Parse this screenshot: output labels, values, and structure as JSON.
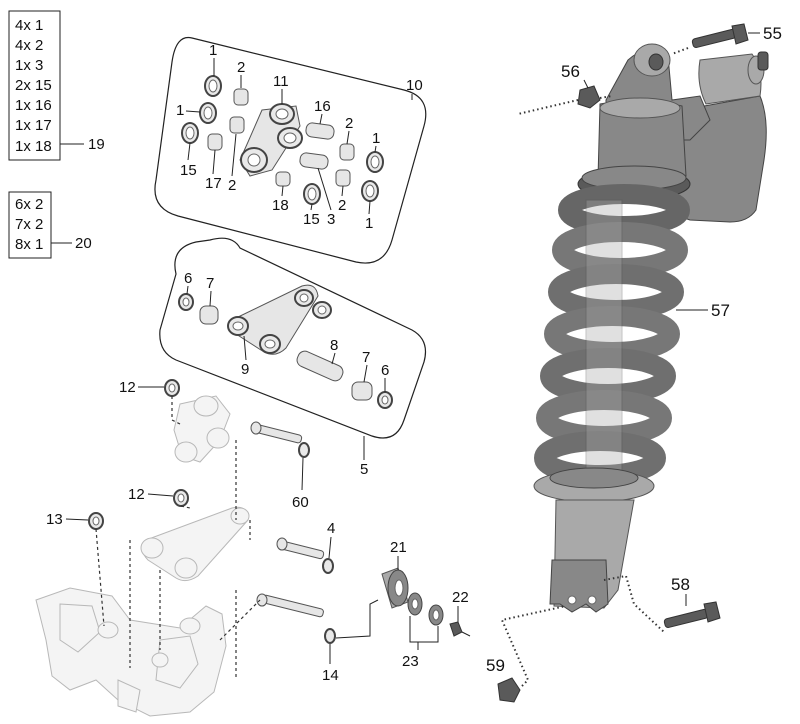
{
  "kit_19": {
    "lines": [
      "4x 1",
      "4x 2",
      "1x 3",
      "2x 15",
      "1x 16",
      "1x 17",
      "1x 18"
    ],
    "ref": "19"
  },
  "kit_20": {
    "lines": [
      "6x 2",
      "7x 2",
      "8x 1"
    ],
    "ref": "20"
  },
  "callouts": {
    "c1a": "1",
    "c1b": "1",
    "c1c": "1",
    "c1d": "1",
    "c2a": "2",
    "c2b": "2",
    "c2c": "2",
    "c2d": "2",
    "c3": "3",
    "c4": "4",
    "c5": "5",
    "c6a": "6",
    "c6b": "6",
    "c7a": "7",
    "c7b": "7",
    "c8": "8",
    "c9": "9",
    "c10": "10",
    "c11": "11",
    "c12a": "12",
    "c12b": "12",
    "c13": "13",
    "c14": "14",
    "c15a": "15",
    "c15b": "15",
    "c16": "16",
    "c17": "17",
    "c18": "18",
    "c21": "21",
    "c22": "22",
    "c23": "23",
    "c60": "60"
  },
  "callouts_right": {
    "c55": "55",
    "c56": "56",
    "c57": "57",
    "c58": "58",
    "c59": "59"
  }
}
